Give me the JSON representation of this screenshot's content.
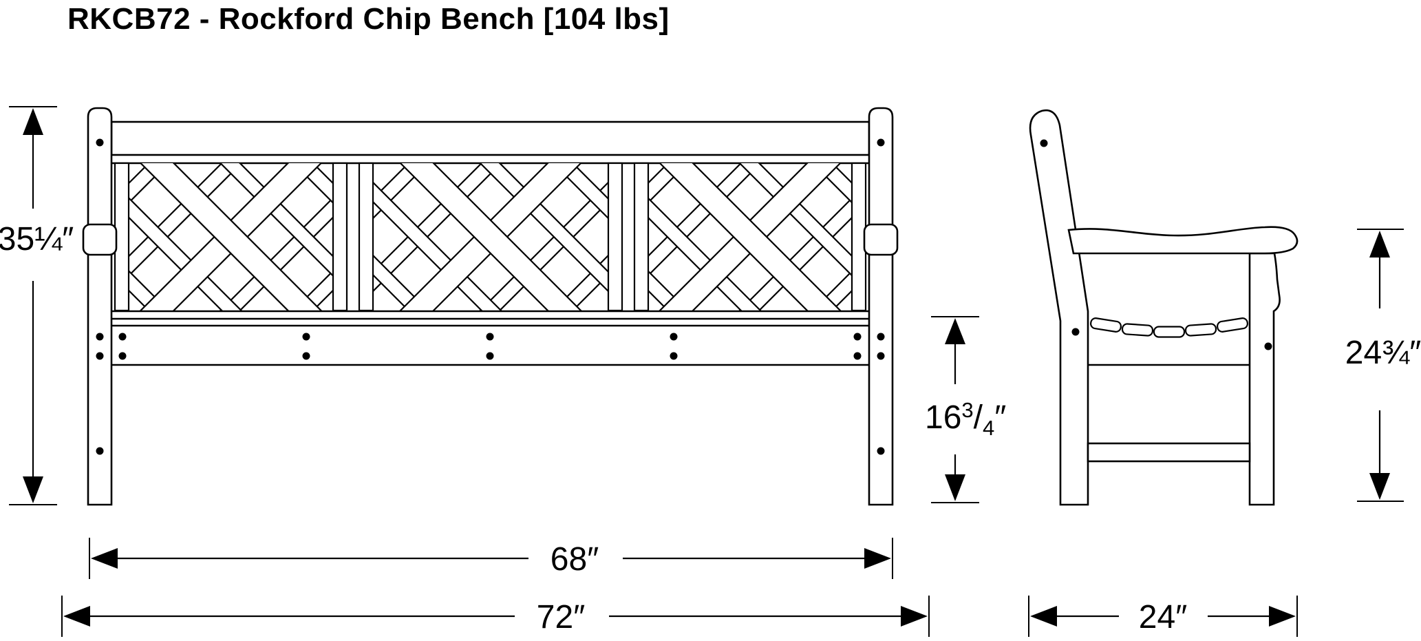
{
  "title": "RKCB72 - Rockford Chip Bench [104 lbs]",
  "colors": {
    "line": "#000000",
    "background": "#ffffff"
  },
  "dimensions": {
    "overall_height": "35¼″",
    "seat_height": {
      "whole": "16",
      "numerator": "3",
      "slash": "/",
      "denominator": "4",
      "unit": "″"
    },
    "arm_height": "24¾″",
    "back_width": "68″",
    "overall_width": "72″",
    "depth": "24″"
  }
}
